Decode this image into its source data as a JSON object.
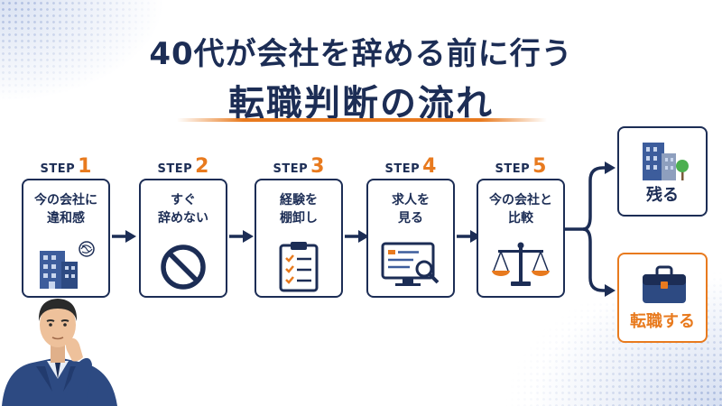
{
  "title": {
    "line1": "40代が会社を辞める前に行う",
    "line2": "転職判断の流れ"
  },
  "steps": [
    {
      "word": "STEP",
      "number": "1",
      "text": "今の会社に\n違和感",
      "icon": "building-stress-icon"
    },
    {
      "word": "STEP",
      "number": "2",
      "text": "すぐ\n辞めない",
      "icon": "prohibited-icon"
    },
    {
      "word": "STEP",
      "number": "3",
      "text": "経験を\n棚卸し",
      "icon": "clipboard-checklist-icon"
    },
    {
      "word": "STEP",
      "number": "4",
      "text": "求人を\n見る",
      "icon": "monitor-search-icon"
    },
    {
      "word": "STEP",
      "number": "5",
      "text": "今の会社と\n比較",
      "icon": "balance-scale-icon"
    }
  ],
  "outcomes": [
    {
      "label": "残る",
      "icon": "office-building-icon"
    },
    {
      "label": "転職する",
      "icon": "briefcase-icon"
    }
  ],
  "colors": {
    "navy": "#1c2d55",
    "accent_orange": "#e87a1e",
    "icon_blue": "#3d5d9c"
  }
}
